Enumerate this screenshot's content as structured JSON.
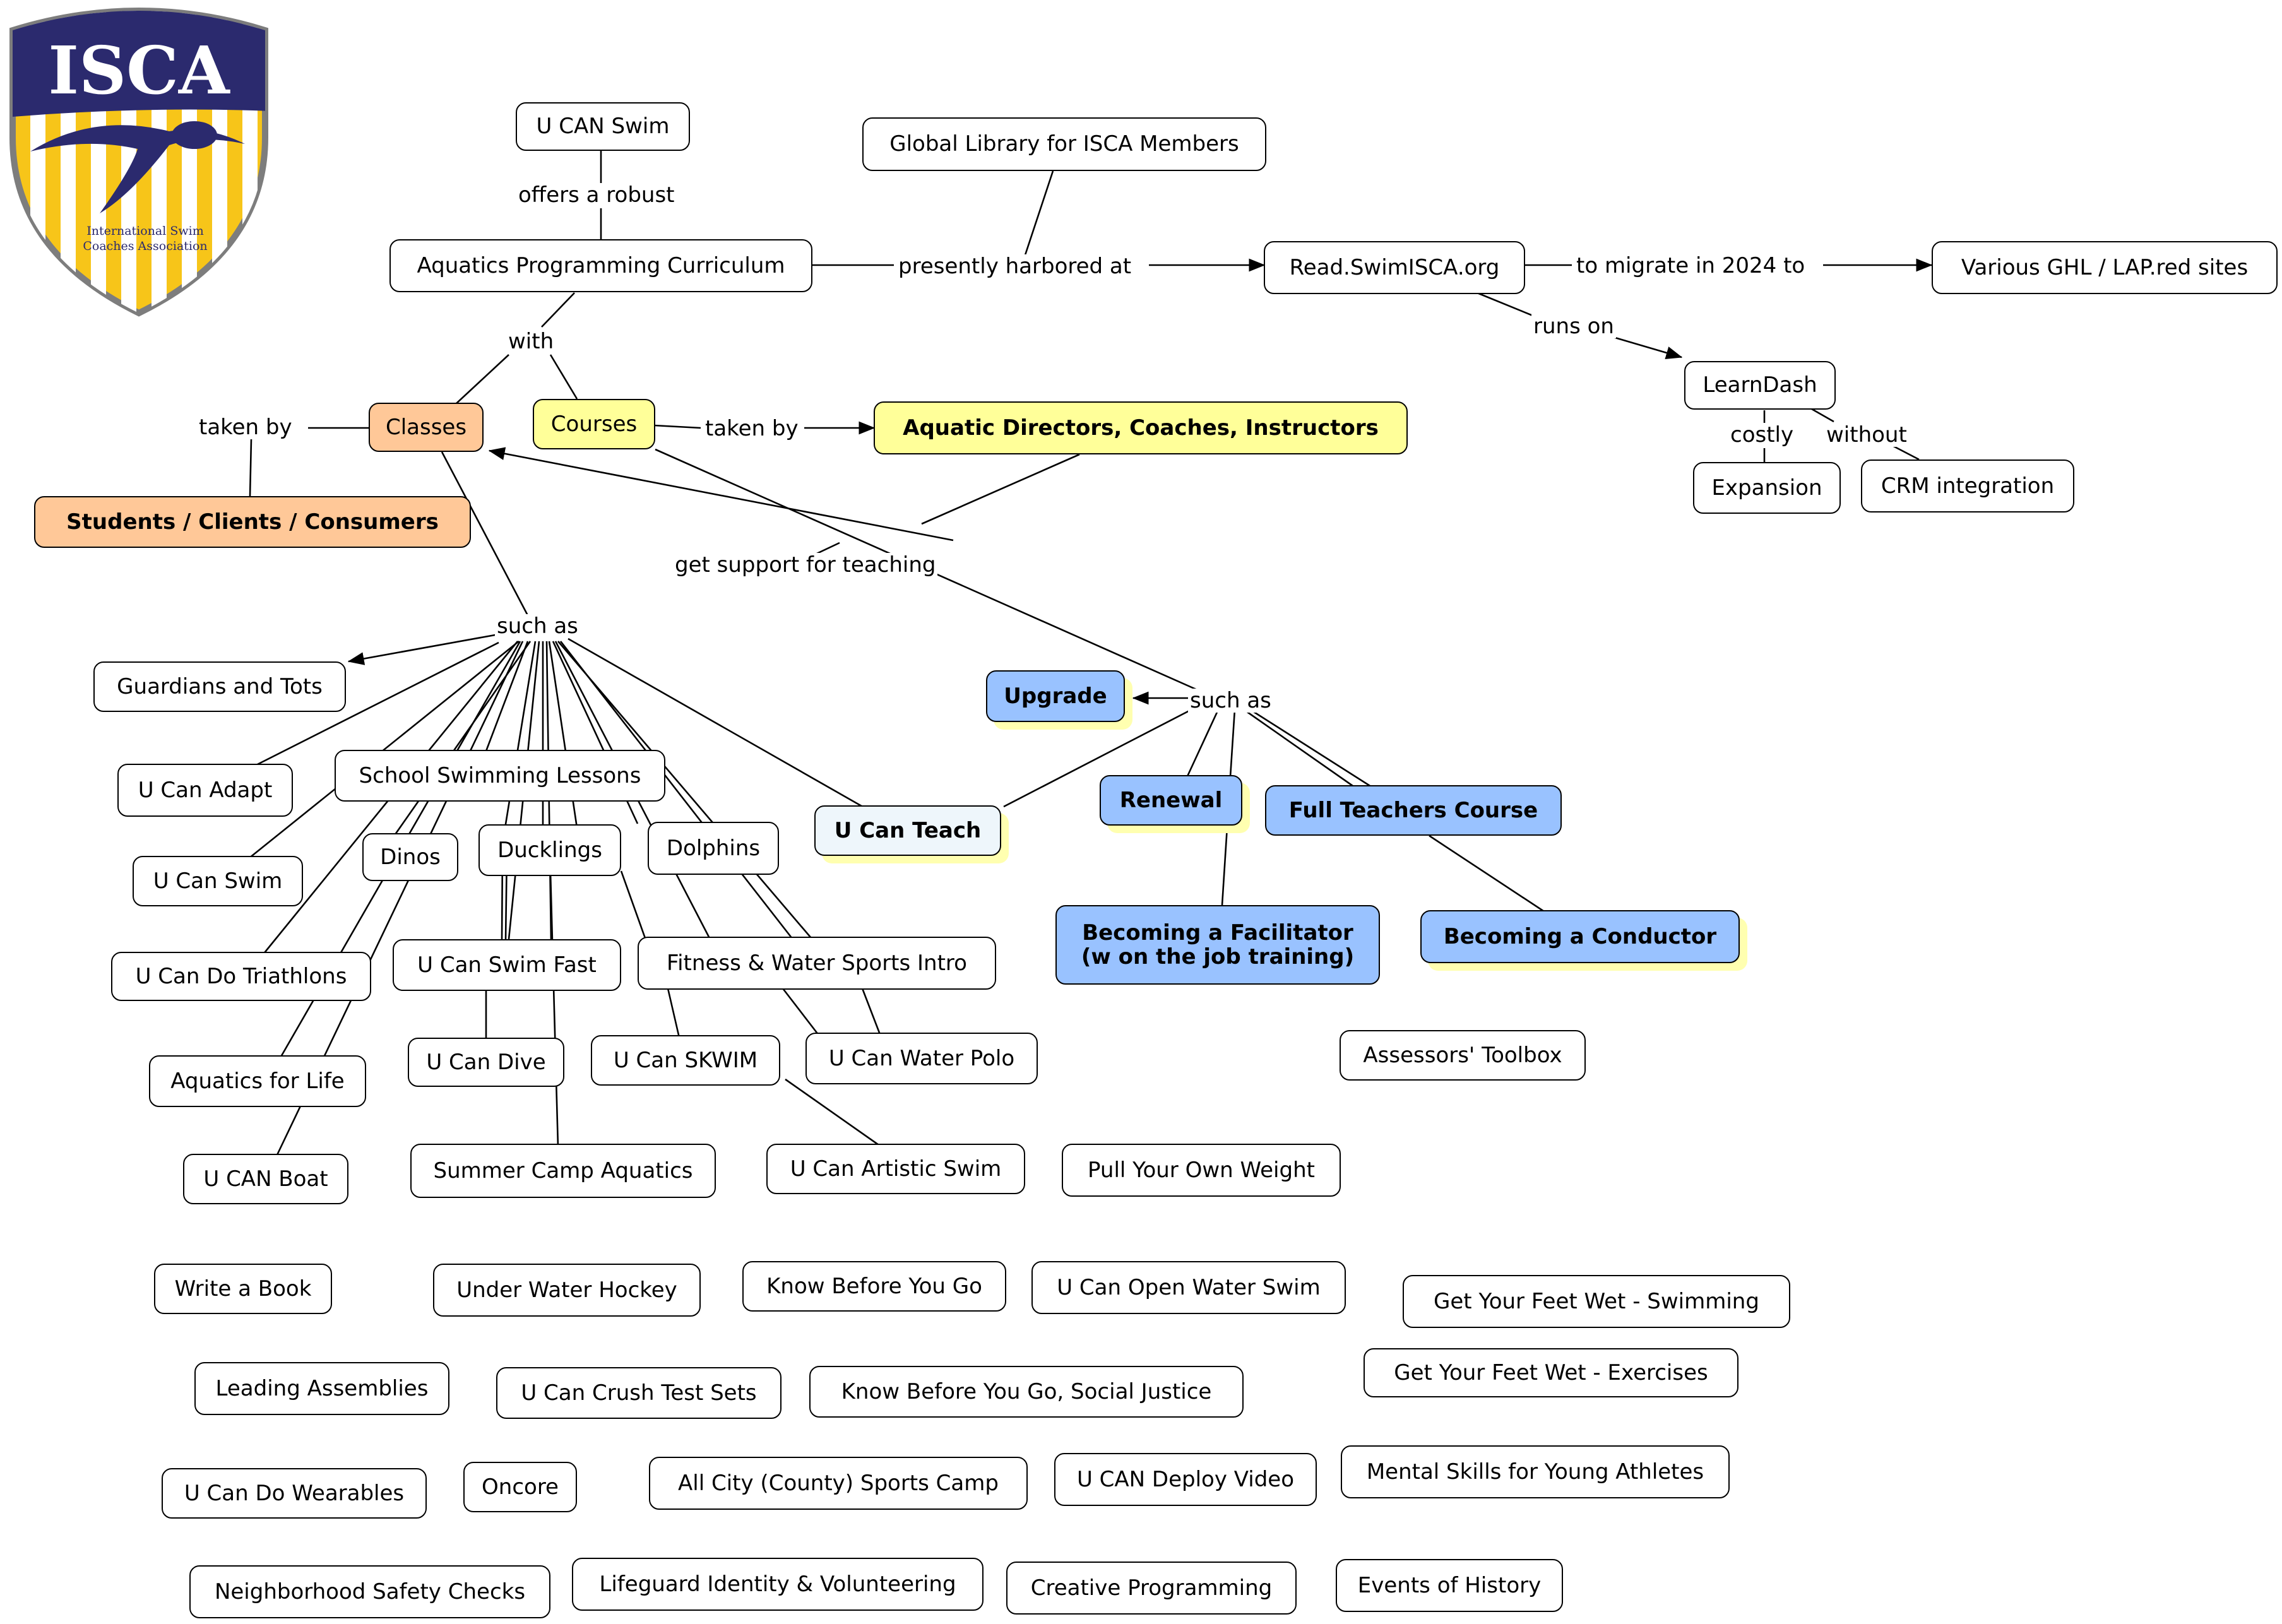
{
  "logo": {
    "acronym": "ISCA",
    "org_line1": "International Swim",
    "org_line2": "Coaches Association",
    "colors": {
      "navy": "#2b2a6e",
      "gold": "#f7c519",
      "rim": "#7d7d7d"
    }
  },
  "colors": {
    "orange": "#ffc898",
    "yellow": "#ffff99",
    "blue": "#99c2ff",
    "pale": "#eef6fb",
    "shadow": "#ffffb0"
  },
  "nodes": {
    "u_can_swim_top": "U CAN Swim",
    "global_library": "Global Library for ISCA Members",
    "aquatics_curriculum": "Aquatics Programming Curriculum",
    "read_swimisca": "Read.SwimISCA.org",
    "ghl_sites": "Various GHL / LAP.red sites",
    "learndash": "LearnDash",
    "expansion": "Expansion",
    "crm_integration": "CRM integration",
    "classes": "Classes",
    "courses": "Courses",
    "aquatic_directors": "Aquatic Directors, Coaches, Instructors",
    "students": "Students / Clients / Consumers",
    "guardians_tots": "Guardians and Tots",
    "u_can_adapt": "U Can Adapt",
    "school_swimming": "School Swimming Lessons",
    "u_can_swim": "U Can Swim",
    "dinos": "Dinos",
    "ducklings": "Ducklings",
    "dolphins": "Dolphins",
    "u_can_teach": "U Can Teach",
    "u_can_triathlons": "U Can Do Triathlons",
    "u_can_swim_fast": "U Can Swim Fast",
    "fitness_water": "Fitness & Water Sports Intro",
    "aquatics_for_life": "Aquatics for Life",
    "u_can_dive": "U Can Dive",
    "u_can_skwim": "U Can SKWIM",
    "u_can_water_polo": "U Can Water Polo",
    "u_can_boat": "U CAN Boat",
    "summer_camp": "Summer Camp Aquatics",
    "u_can_artistic": "U Can Artistic Swim",
    "pull_your_weight": "Pull Your Own Weight",
    "upgrade": "Upgrade",
    "renewal": "Renewal",
    "full_teachers": "Full Teachers Course",
    "facilitator_1": "Becoming a Facilitator",
    "facilitator_2": "(w on the job training)",
    "conductor": "Becoming a Conductor",
    "assessors_toolbox": "Assessors' Toolbox",
    "write_book": "Write a Book",
    "under_water_hockey": "Under Water Hockey",
    "know_before": "Know Before You Go",
    "open_water": "U Can Open Water Swim",
    "feet_wet_swim": "Get Your Feet Wet - Swimming",
    "leading_assemblies": "Leading Assemblies",
    "crush_test_sets": "U Can Crush Test Sets",
    "know_before_justice": "Know Before You Go, Social Justice",
    "feet_wet_exercises": "Get Your Feet Wet - Exercises",
    "wearables": "U Can Do Wearables",
    "oncore": "Oncore",
    "all_city_camp": "All City (County) Sports Camp",
    "deploy_video": "U CAN Deploy Video",
    "mental_skills": "Mental Skills for Young Athletes",
    "neighborhood_safety": "Neighborhood Safety Checks",
    "lifeguard_identity": "Lifeguard Identity & Volunteering",
    "creative_programming": "Creative Programming",
    "events_history": "Events of History"
  },
  "links": {
    "offers_robust": "offers a robust",
    "presently_harbored": "presently harbored at",
    "to_migrate": "to migrate in 2024 to",
    "runs_on": "runs on",
    "costly": "costly",
    "without": "without",
    "with": "with",
    "taken_by_classes": "taken by",
    "taken_by_courses": "taken by",
    "get_support": "get support for teaching",
    "such_as_classes": "such as",
    "such_as_courses": "such as"
  }
}
